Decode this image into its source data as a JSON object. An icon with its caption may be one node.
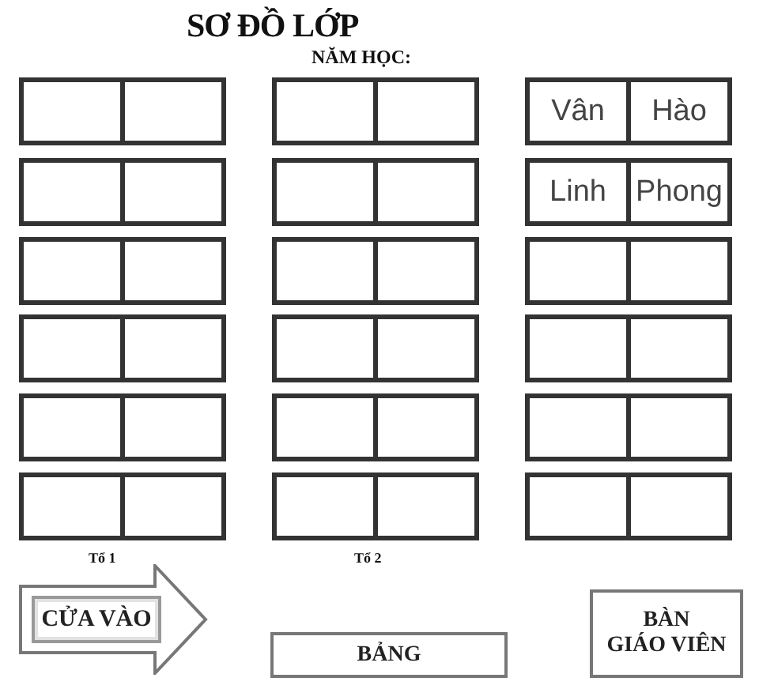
{
  "diagram": {
    "title": "SƠ ĐỒ LỚP",
    "nodes": [
      {
        "text": [],
        "shape": "box"
      },
      {
        "text": [],
        "shape": "box"
      },
      {
        "text": [],
        "shape": "box"
      },
      {
        "text": [],
        "shape": "box"
      },
      {
        "text": [
          "Vân"
        ]
      },
      {
        "text": [
          "Hào"
        ]
      },
      {
        "text": [],
        "shape": "box"
      },
      {
        "text": [],
        "shape": "box"
      },
      {
        "text": [],
        "shape": "box"
      },
      {
        "text": [],
        "shape": "box"
      },
      {
        "text": [
          "Linh"
        ]
      },
      {
        "text": [
          "Phong"
        ]
      },
      {
        "text": [],
        "shape": "box"
      },
      {
        "text": [],
        "shape": "box"
      },
      {
        "text": [],
        "shape": "box"
      },
      {
        "text": [],
        "shape": "box"
      },
      {
        "text": [],
        "shape": "box"
      },
      {
        "text": [],
        "shape": "box"
      },
      {
        "text": [],
        "shape": "box"
      },
      {
        "text": [],
        "shape": "box"
      },
      {
        "text": [],
        "shape": "box"
      },
      {
        "text": [],
        "shape": "box"
      },
      {
        "text": [],
        "shape": "box"
      },
      {
        "text": [],
        "shape": "box"
      },
      {
        "text": [],
        "shape": "box"
      },
      {
        "text": [],
        "shape": "box"
      },
      {
        "text": [],
        "shape": "box"
      },
      {
        "text": [],
        "shape": "box"
      },
      {
        "text": [],
        "shape": "box"
      },
      {
        "text": [],
        "shape": "box"
      },
      {
        "text": [],
        "shape": "box"
      },
      {
        "text": [],
        "shape": "box"
      },
      {
        "text": [],
        "shape": "box"
      },
      {
        "text": [],
        "shape": "box"
      },
      {
        "text": [],
        "shape": "box"
      },
      {
        "text": [],
        "shape": "box"
      },
      {
        "text": [],
        "shape": "arrow"
      },
      {
        "text": [
          "CỬA VÀO"
        ],
        "in": 36
      },
      {
        "text": [
          "BẢNG"
        ]
      },
      {
        "text": [
          "BÀN GIÁO VIÊN"
        ]
      }
    ],
    "labels": [
      "NĂM HỌC:",
      "Tổ 1",
      "Tổ 2"
    ]
  }
}
